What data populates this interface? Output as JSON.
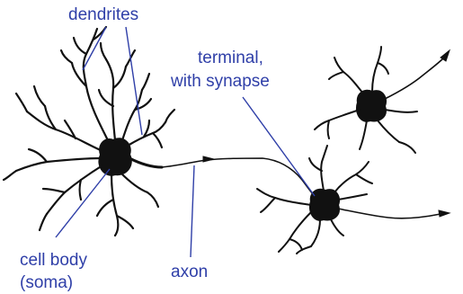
{
  "labels": {
    "dendrites": "dendrites",
    "terminal_line1": "terminal,",
    "terminal_line2": "with synapse",
    "cell_body_line1": "cell body",
    "cell_body_line2": "(soma)",
    "axon": "axon"
  },
  "colors": {
    "label_text": "#2f3fa8",
    "leader_lines": "#2f3fa8",
    "neuron_ink": "#111111",
    "background": "#ffffff"
  }
}
